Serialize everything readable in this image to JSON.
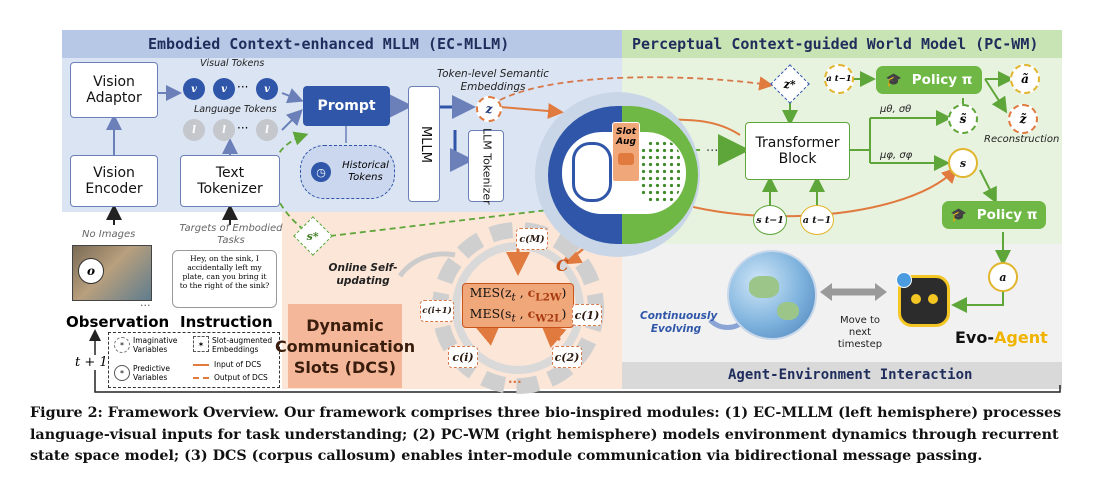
{
  "left_panel": {
    "title": "Embodied Context-enhanced MLLM (EC-MLLM)",
    "vision_adaptor": "Vision Adaptor",
    "vision_encoder": "Vision Encoder",
    "text_tokenizer": "Text Tokenizer",
    "visual_tokens_label": "Visual Tokens",
    "language_tokens_label": "Language Tokens",
    "visual_tokens": [
      "v",
      "v",
      "v"
    ],
    "language_tokens": [
      "l",
      "l",
      "l"
    ],
    "prompt": "Prompt",
    "historical_tokens": "Historical Tokens",
    "mllm": "MLLM",
    "llm_tokenizer": "LLM Tokenizer",
    "token_level_label": "Token-level Semantic Embeddings",
    "z_t": "z",
    "images_label": "No Images",
    "targets_label": "Targets of Embodied Tasks",
    "instruction_text": "Hey, on the sink, I accidentally left my plate, can you bring it to the right of the sink?",
    "observation": "Observation",
    "instruction": "Instruction",
    "o_t": "o",
    "t_plus_1": "t + 1"
  },
  "legend": {
    "imaginative": "Imaginative Variables",
    "predictive": "Predictive Variables",
    "slot_aug": "Slot-augmented Embeddings",
    "input_dcs": "Input of DCS",
    "output_dcs": "Output of DCS"
  },
  "dcs": {
    "title_lines": [
      "Dynamic",
      "Communication",
      "Slots (DCS)"
    ],
    "online_label": "Online Self-updating",
    "mes_line1": "MES(z",
    "mes_line2": "MES(s",
    "slots": [
      "c(M)",
      "c(i+1)",
      "c(1)",
      "c(i)",
      "c(2)",
      "..."
    ],
    "c_label": "C",
    "s_star": "s*"
  },
  "center": {
    "slot_aug_line1": "Slot",
    "slot_aug_line2": "Aug"
  },
  "right_panel": {
    "title": "Perceptual Context-guided World Model (PC-WM)",
    "transformer": "Transformer Block",
    "policy": "Policy π",
    "reconstruction": "Reconstruction",
    "mu_theta": "μθ, σθ",
    "mu_phi": "μφ, σφ",
    "z_star": "z*",
    "a_prev_top": "a t−1",
    "a_tilde": "ã",
    "z_tilde": "z̃",
    "s_tilde": "s̃",
    "s_t": "s",
    "s_prev": "s t−1",
    "a_prev": "a t−1",
    "a_t": "a",
    "dots": "..."
  },
  "interaction": {
    "title": "Agent-Environment Interaction",
    "continuously": "Continuously Evolving",
    "move_to": "Move to next timestep",
    "evo_agent_1": "Evo-",
    "evo_agent_2": "Agent"
  },
  "caption": {
    "text": "Figure 2: Framework Overview. Our framework comprises three bio-inspired modules: (1) EC-MLLM (left hemisphere) processes language-visual inputs for task understanding; (2) PC-WM (right hemisphere) models environment dynamics through recurrent state space model; (3) DCS (corpus callosum) enables inter-module communication via bidirectional message passing."
  },
  "colors": {
    "left_bg": "#dbe4f3",
    "left_title_bg": "#b6c8e6",
    "right_bg": "#e8f3df",
    "right_title_bg": "#c9e4b4",
    "dcs_bg": "#fbe6d8",
    "interaction_bg": "#eaeaea",
    "brain_blue": "#2f56a8",
    "green": "#6fb845",
    "orange": "#e07a3f"
  }
}
